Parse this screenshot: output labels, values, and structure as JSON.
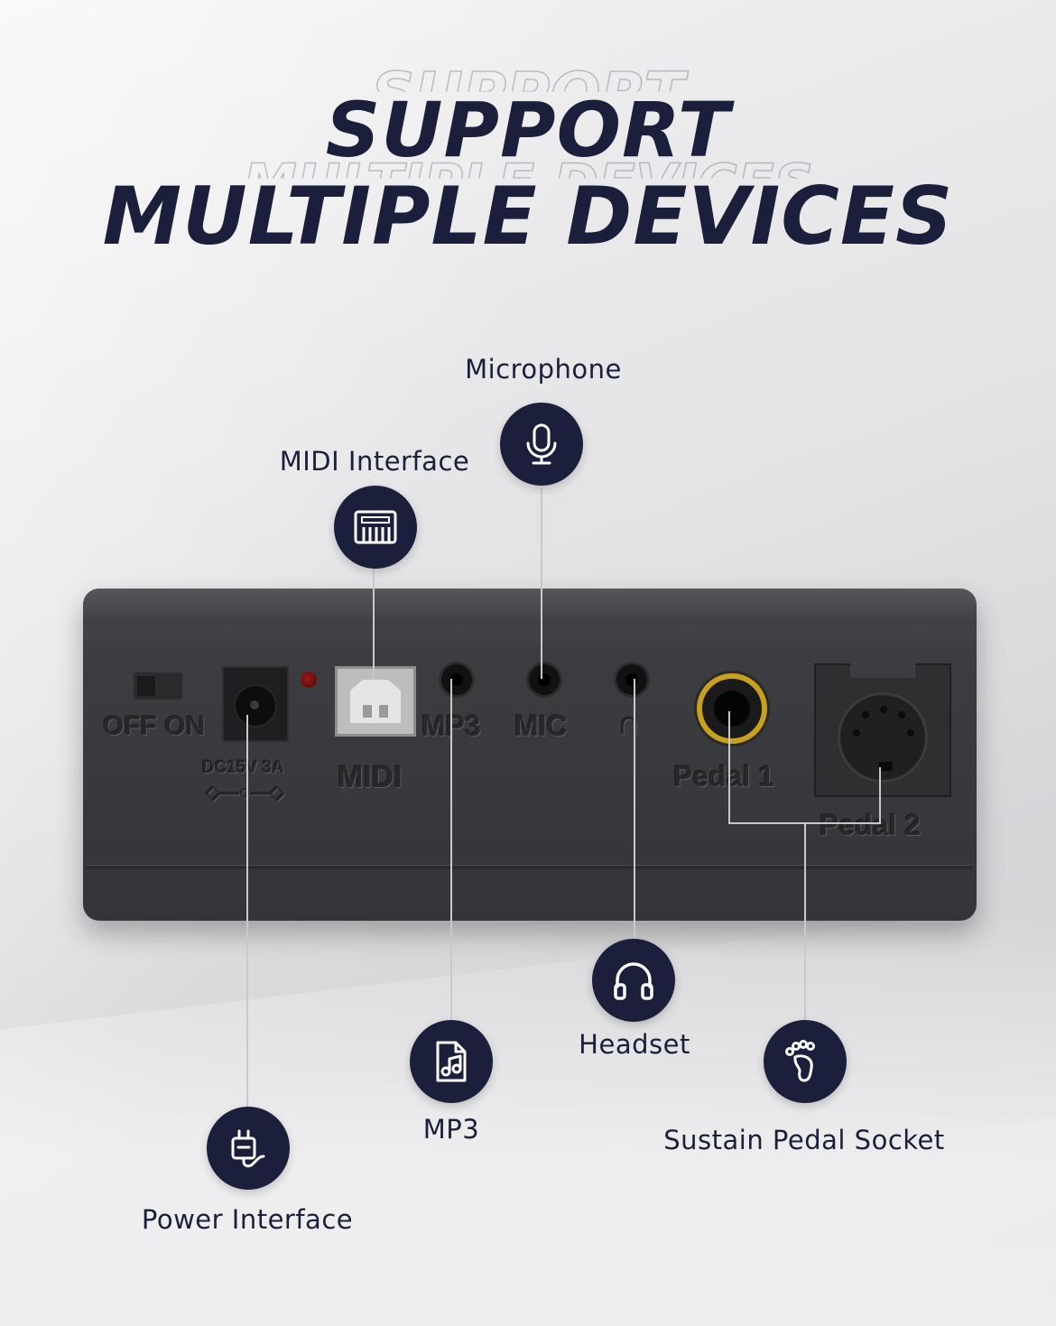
{
  "headline": {
    "line1": "SUPPORT",
    "line2": "MULTIPLE DEVICES"
  },
  "panel_markings": {
    "switch": "OFF ON",
    "power_rating": "DC15V 3A",
    "polarity": "◇—○—◇",
    "midi": "MIDI",
    "mp3": "MP3",
    "mic": "MIC",
    "headphone_glyph": "∩",
    "pedal1": "Pedal 1",
    "pedal2": "Pedal 2"
  },
  "callouts": [
    {
      "label": "Microphone",
      "icon": "microphone-icon"
    },
    {
      "label": "MIDI Interface",
      "icon": "keyboard-icon"
    },
    {
      "label": "Headset",
      "icon": "headphones-icon"
    },
    {
      "label": "MP3",
      "icon": "music-file-icon"
    },
    {
      "label": "Sustain Pedal Socket",
      "icon": "foot-icon"
    },
    {
      "label": "Power Interface",
      "icon": "power-plug-icon"
    }
  ],
  "colors": {
    "navy": "#1b1f3b",
    "panel": "#3a3b3e",
    "pedal_ring": "#c8a020"
  }
}
